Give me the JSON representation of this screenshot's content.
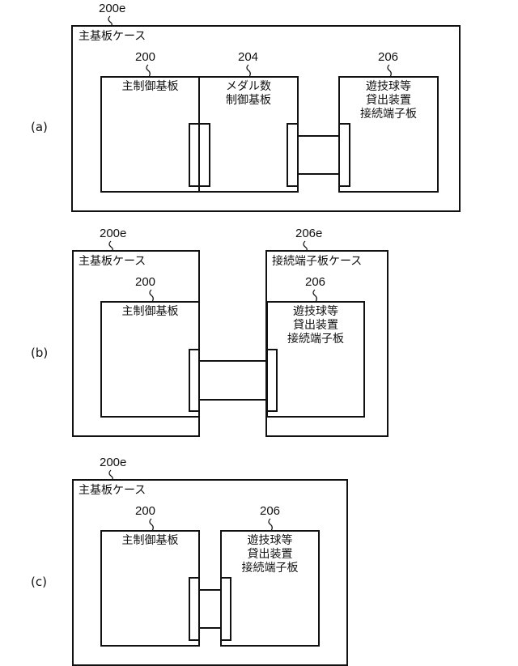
{
  "figure": {
    "panels": [
      {
        "id": "a",
        "label": "(a)",
        "case": {
          "ref": "200e",
          "name": "主基板ケース"
        },
        "boards": [
          {
            "ref": "200",
            "lines": [
              "主制御基板"
            ]
          },
          {
            "ref": "204",
            "lines": [
              "メダル数",
              "制御基板"
            ]
          },
          {
            "ref": "206",
            "lines": [
              "遊技球等",
              "貸出装置",
              "接続端子板"
            ]
          }
        ]
      },
      {
        "id": "b",
        "label": "(b)",
        "cases": [
          {
            "ref": "200e",
            "name": "主基板ケース"
          },
          {
            "ref": "206e",
            "name": "接続端子板ケース"
          }
        ],
        "boards": [
          {
            "ref": "200",
            "lines": [
              "主制御基板"
            ]
          },
          {
            "ref": "206",
            "lines": [
              "遊技球等",
              "貸出装置",
              "接続端子板"
            ]
          }
        ]
      },
      {
        "id": "c",
        "label": "(c)",
        "case": {
          "ref": "200e",
          "name": "主基板ケース"
        },
        "boards": [
          {
            "ref": "200",
            "lines": [
              "主制御基板"
            ]
          },
          {
            "ref": "206",
            "lines": [
              "遊技球等",
              "貸出装置",
              "接続端子板"
            ]
          }
        ]
      }
    ]
  }
}
